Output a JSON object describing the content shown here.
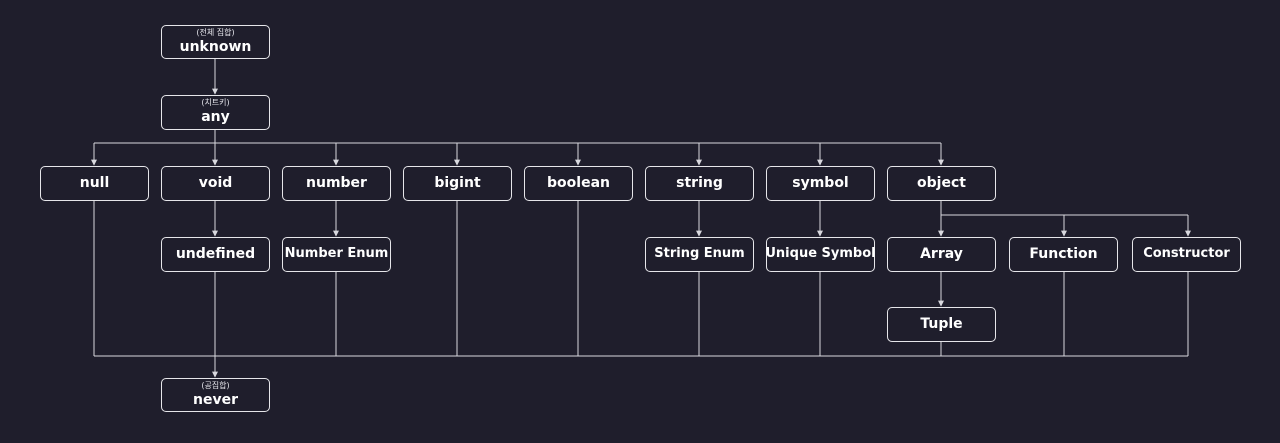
{
  "colors": {
    "background": "#1f1e2c",
    "line": "#d8d8de",
    "node_border": "#e6e6ea",
    "text": "#ffffff"
  },
  "nodes": {
    "unknown": {
      "sub": "(전체 집합)",
      "label": "unknown"
    },
    "any": {
      "sub": "(치트키)",
      "label": "any"
    },
    "null": {
      "label": "null"
    },
    "void": {
      "label": "void"
    },
    "number": {
      "label": "number"
    },
    "bigint": {
      "label": "bigint"
    },
    "boolean": {
      "label": "boolean"
    },
    "string": {
      "label": "string"
    },
    "symbol": {
      "label": "symbol"
    },
    "object": {
      "label": "object"
    },
    "undefined": {
      "label": "undefined"
    },
    "number_enum": {
      "label": "Number Enum"
    },
    "string_enum": {
      "label": "String Enum"
    },
    "unique_symbol": {
      "label": "Unique Symbol"
    },
    "array": {
      "label": "Array"
    },
    "function": {
      "label": "Function"
    },
    "constructor": {
      "label": "Constructor"
    },
    "tuple": {
      "label": "Tuple"
    },
    "never": {
      "sub": "(공집합)",
      "label": "never"
    }
  }
}
